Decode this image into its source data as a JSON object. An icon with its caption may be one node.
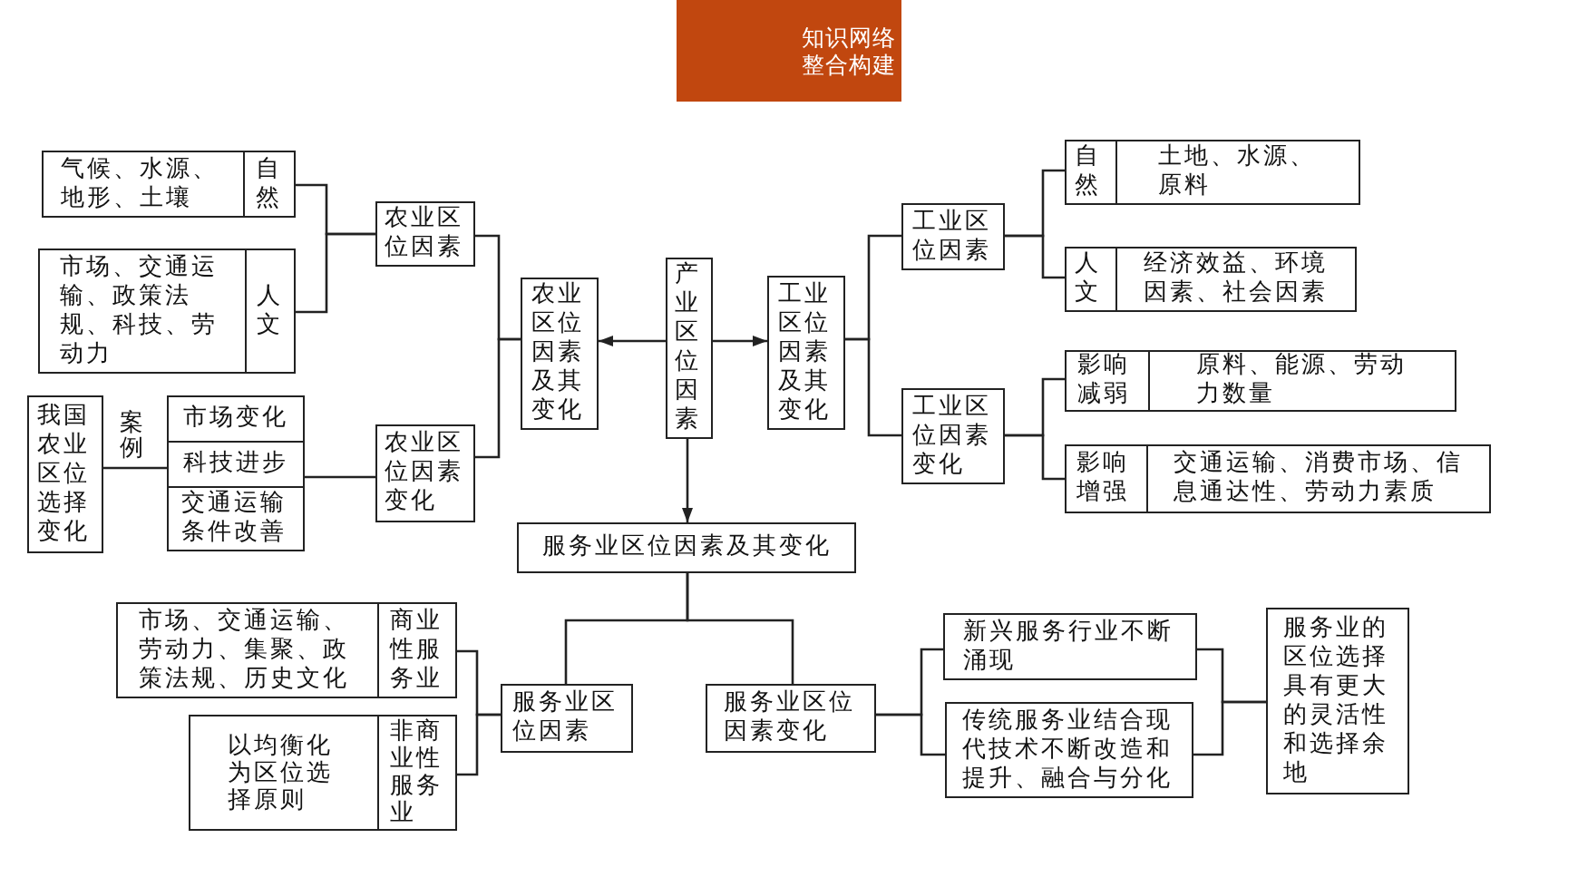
{
  "diagram": {
    "title": "知识网络整合构建",
    "nodes": [
      {
        "text": [
          "产业区位因素"
        ]
      },
      {
        "text": [
          "农业区位因素及其变化"
        ]
      },
      {
        "text": [
          "农业区位因素"
        ]
      },
      {
        "text": [
          "气候、水源、地形、土壤",
          "自然"
        ]
      },
      {
        "text": [
          "市场、交通运输、政策法规、科技、劳动力",
          "人文"
        ]
      },
      {
        "text": [
          "农业区位因素变化"
        ]
      },
      {
        "text": [
          "市场变化",
          "科技进步",
          "交通运输条件改善"
        ]
      },
      {
        "text": [
          "我国农业区位选择变化"
        ]
      },
      {
        "text": [
          "工业区位因素及其变化"
        ]
      },
      {
        "text": [
          "工业区位因素"
        ]
      },
      {
        "text": [
          "自然",
          "土地、水源、原料"
        ]
      },
      {
        "text": [
          "人文",
          "经济效益、环境因素、社会因素"
        ]
      },
      {
        "text": [
          "工业区位因素变化"
        ]
      },
      {
        "text": [
          "影响减弱",
          "原料、能源、劳动力数量"
        ]
      },
      {
        "text": [
          "影响增强",
          "交通运输、消费市场、信息通达性、劳动力素质"
        ]
      },
      {
        "text": [
          "服务业区位因素及其变化"
        ]
      },
      {
        "text": [
          "服务业区位因素"
        ]
      },
      {
        "text": [
          "市场、交通运输、劳动力、集聚、政策法规、历史文化",
          "商业性服务业"
        ]
      },
      {
        "text": [
          "以均衡化为区位选择原则",
          "非商业性服务业"
        ]
      },
      {
        "text": [
          "服务业区位因素变化"
        ]
      },
      {
        "text": [
          "新兴服务行业不断涌现"
        ]
      },
      {
        "text": [
          "传统服务业结合现代技术不断改造和提升、融合与分化"
        ]
      },
      {
        "text": [
          "服务业的区位选择具有更大的灵活性和选择余地"
        ]
      }
    ],
    "edges": [
      {
        "from": 0,
        "to": 1,
        "arrow": "to"
      },
      {
        "from": 0,
        "to": 8,
        "arrow": "to"
      },
      {
        "from": 0,
        "to": 15,
        "arrow": "to"
      },
      {
        "from": 1,
        "to": 2,
        "arrow": "none"
      },
      {
        "from": 1,
        "to": 5,
        "arrow": "none"
      },
      {
        "from": 2,
        "to": 3,
        "arrow": "none"
      },
      {
        "from": 2,
        "to": 4,
        "arrow": "none"
      },
      {
        "from": 5,
        "to": 6,
        "arrow": "none"
      },
      {
        "from": 6,
        "to": 7,
        "arrow": "none",
        "label": "案例"
      },
      {
        "from": 8,
        "to": 9,
        "arrow": "none"
      },
      {
        "from": 8,
        "to": 12,
        "arrow": "none"
      },
      {
        "from": 9,
        "to": 10,
        "arrow": "none"
      },
      {
        "from": 9,
        "to": 11,
        "arrow": "none"
      },
      {
        "from": 12,
        "to": 13,
        "arrow": "none"
      },
      {
        "from": 12,
        "to": 14,
        "arrow": "none"
      },
      {
        "from": 15,
        "to": 16,
        "arrow": "none"
      },
      {
        "from": 15,
        "to": 19,
        "arrow": "none"
      },
      {
        "from": 16,
        "to": 17,
        "arrow": "none"
      },
      {
        "from": 16,
        "to": 18,
        "arrow": "none"
      },
      {
        "from": 19,
        "to": 20,
        "arrow": "none"
      },
      {
        "from": 19,
        "to": 21,
        "arrow": "none"
      },
      {
        "from": 20,
        "to": 22,
        "arrow": "none"
      },
      {
        "from": 21,
        "to": 22,
        "arrow": "none"
      }
    ]
  }
}
